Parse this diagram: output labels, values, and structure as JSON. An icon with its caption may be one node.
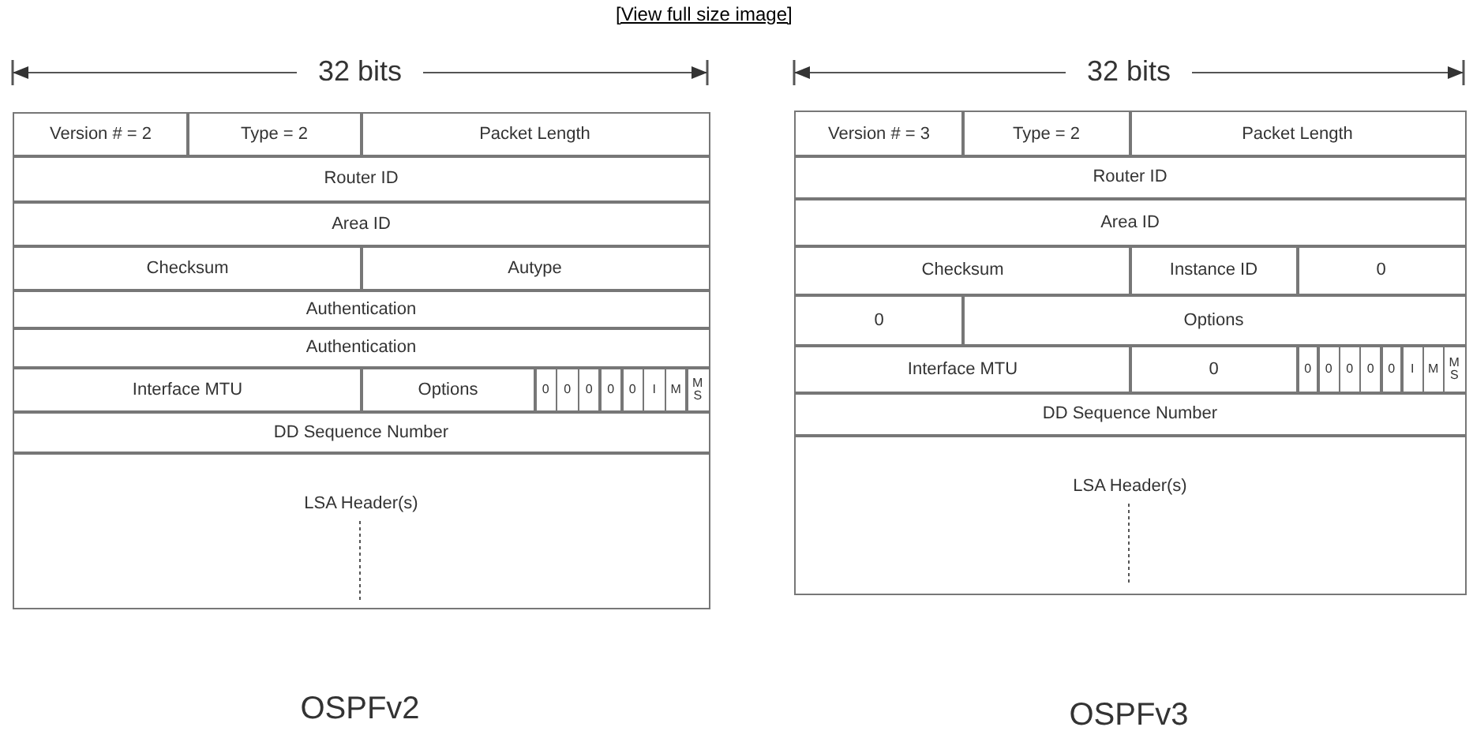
{
  "diagram": {
    "labels": [
      "[View full size image]",
      "32 bits",
      "Version # = 2",
      "Type = 2",
      "Packet Length",
      "Router ID",
      "Area ID",
      "Checksum",
      "Autype",
      "Authentication",
      "Authentication",
      "Interface MTU",
      "Options",
      "0",
      "0",
      "0",
      "0",
      "0",
      "I",
      "M",
      "MS",
      "DD Sequence Number",
      "LSA Header(s)",
      "32 bits",
      "Version # = 3",
      "Type = 2",
      "Packet Length",
      "Router ID",
      "Area ID",
      "Checksum",
      "Instance ID",
      "0",
      "0",
      "Options",
      "Interface MTU",
      "0",
      "0",
      "0",
      "0",
      "0",
      "0",
      "I",
      "M",
      "MS",
      "DD Sequence Number",
      "LSA Header(s)",
      "OSPFv2",
      "OSPFv3"
    ]
  }
}
